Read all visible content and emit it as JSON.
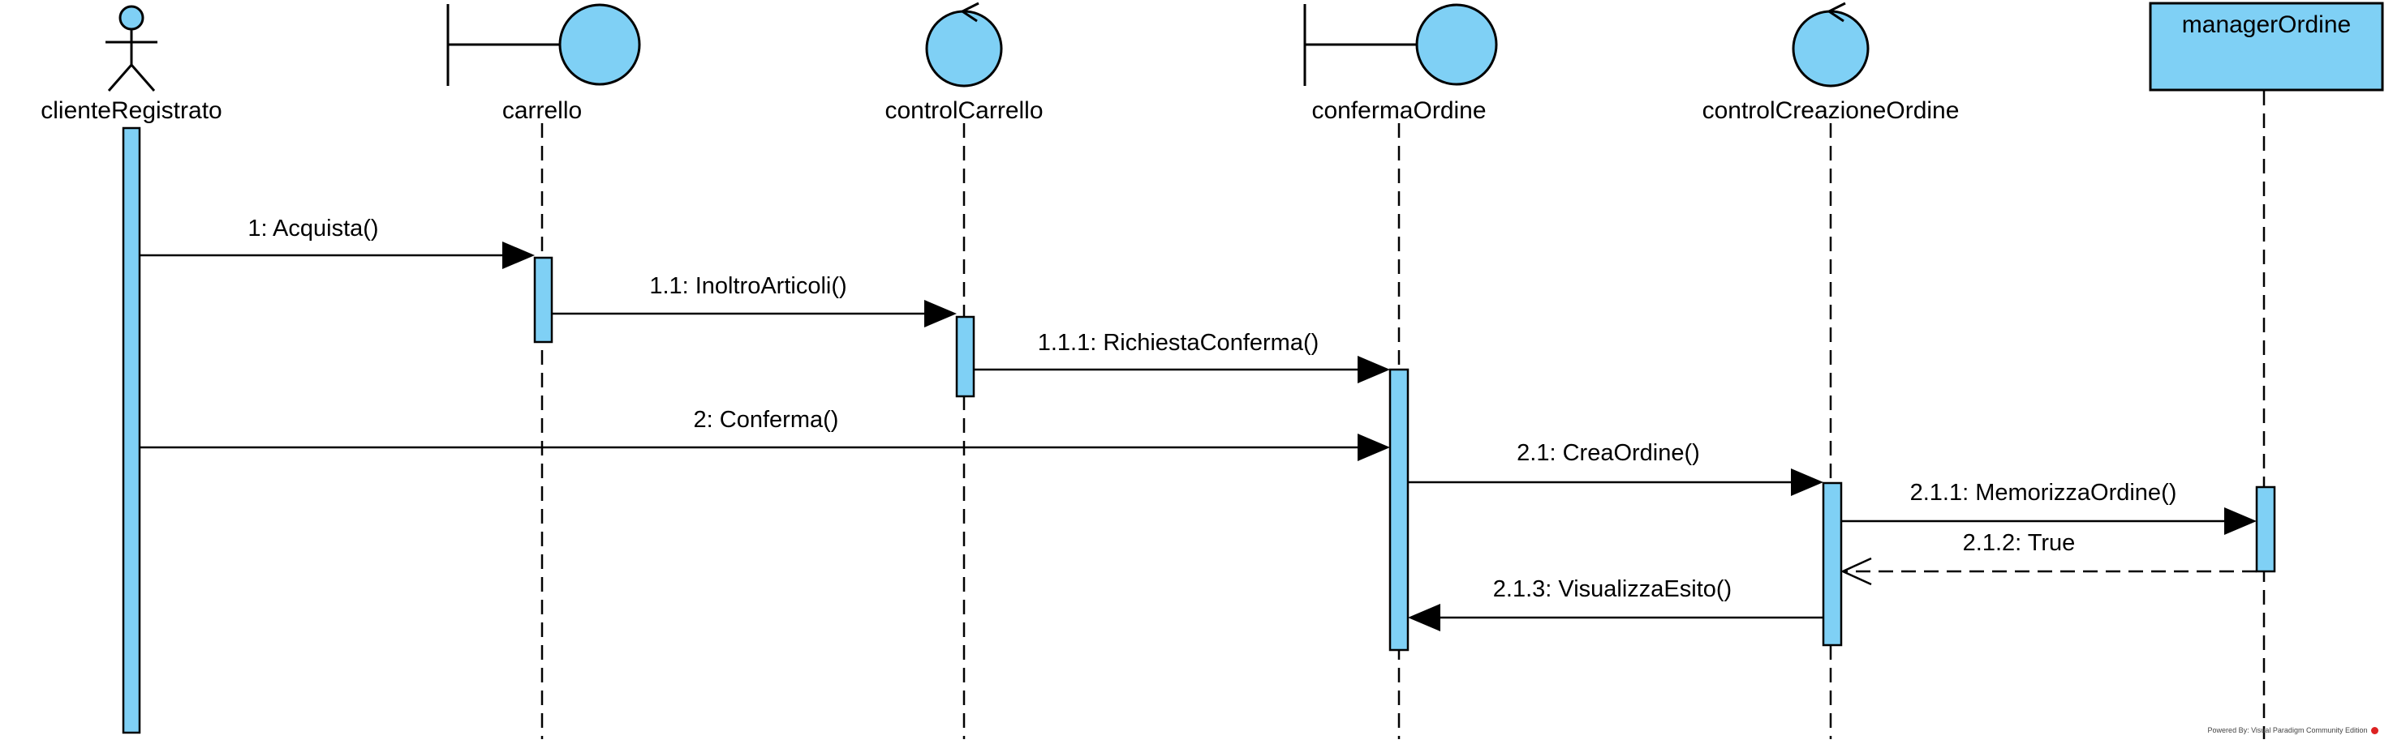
{
  "diagram": {
    "type": "uml-sequence",
    "colors": {
      "fill": "#7fd0f5",
      "stroke": "#000000",
      "background": "#ffffff"
    },
    "participants": [
      {
        "id": "cliente",
        "name": "clienteRegistrato",
        "kind": "actor"
      },
      {
        "id": "carrello",
        "name": "carrello",
        "kind": "boundary"
      },
      {
        "id": "controlCarrello",
        "name": "controlCarrello",
        "kind": "control"
      },
      {
        "id": "confermaOrdine",
        "name": "confermaOrdine",
        "kind": "boundary"
      },
      {
        "id": "controlCreazioneOrdine",
        "name": "controlCreazioneOrdine",
        "kind": "control"
      },
      {
        "id": "managerOrdine",
        "name": "managerOrdine",
        "kind": "object"
      }
    ],
    "messages": [
      {
        "label": "1: Acquista()",
        "from": "cliente",
        "to": "carrello",
        "kind": "sync"
      },
      {
        "label": "1.1: InoltroArticoli()",
        "from": "carrello",
        "to": "controlCarrello",
        "kind": "sync"
      },
      {
        "label": "1.1.1: RichiestaConferma()",
        "from": "controlCarrello",
        "to": "confermaOrdine",
        "kind": "sync"
      },
      {
        "label": "2: Conferma()",
        "from": "cliente",
        "to": "confermaOrdine",
        "kind": "sync"
      },
      {
        "label": "2.1: CreaOrdine()",
        "from": "confermaOrdine",
        "to": "controlCreazioneOrdine",
        "kind": "sync"
      },
      {
        "label": "2.1.1: MemorizzaOrdine()",
        "from": "controlCreazioneOrdine",
        "to": "managerOrdine",
        "kind": "sync"
      },
      {
        "label": "2.1.2: True",
        "from": "managerOrdine",
        "to": "controlCreazioneOrdine",
        "kind": "return"
      },
      {
        "label": "2.1.3: VisualizzaEsito()",
        "from": "controlCreazioneOrdine",
        "to": "confermaOrdine",
        "kind": "sync"
      }
    ]
  },
  "footer": {
    "text": "Powered By: Visual Paradigm Community Edition"
  }
}
